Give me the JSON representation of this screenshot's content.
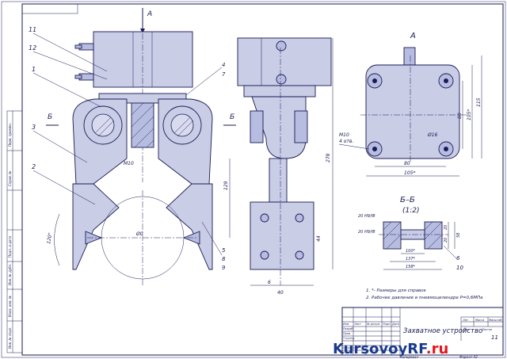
{
  "drawing": {
    "title": "Захватное устройство",
    "sheet_no": "11",
    "format": "Формат А2",
    "copy_label": "Копировал",
    "section_a_label": "А",
    "section_b_label": "Б–Б",
    "section_b_scale": "(1:2)",
    "arrow_b_left": "Б",
    "arrow_b_right": "Б",
    "notes": [
      "1. *- Размеры для справок",
      "2. Рабочее давление в пневмоцилиндре P=0,6МПа"
    ],
    "callouts": [
      "11",
      "12",
      "1",
      "3",
      "2",
      "4",
      "7",
      "5",
      "8",
      "9",
      "6",
      "10"
    ],
    "dims": {
      "m10_front": "М10",
      "d_work": "Ø0",
      "angle": "120°",
      "h129": "129",
      "h278": "278",
      "h44": "44",
      "w6": "6",
      "w40": "40",
      "a_m10": "М10",
      "a_4holes": "4 отв.",
      "a_80": "80",
      "a_105": "105*",
      "a_115": "115",
      "a_80v": "80",
      "a_105v": "105*",
      "a_d16": "Ø16",
      "b_fit1": "20 H9/f8",
      "b_fit2": "20 H9/f8",
      "b_100": "100*",
      "b_137": "137*",
      "b_158": "158*",
      "b_20a": "20",
      "b_20b": "20",
      "b_58": "58"
    },
    "title_block": {
      "cols": [
        "Изм.",
        "Лист",
        "№ докум.",
        "Подп.",
        "Дата"
      ],
      "rows": [
        "Разраб.",
        "Пров.",
        "Т.контр.",
        "",
        "Н.контр.",
        "Утв."
      ],
      "lit": "Лит.",
      "mass": "Масса",
      "scale": "Масштаб",
      "sheet": "Лист",
      "sheets": "Листов"
    },
    "margin_labels": [
      "Перв. примен.",
      "Справ. №",
      "Подп. и дата",
      "Инв. № дубл.",
      "Взам. инв. №",
      "Подп. и дата",
      "Инв. № подл."
    ]
  },
  "watermark": {
    "text_main": "KursovoyRF",
    "text_dot": ".ru",
    "color_main": "#1a3a8c",
    "color_accent": "#e8141c"
  }
}
